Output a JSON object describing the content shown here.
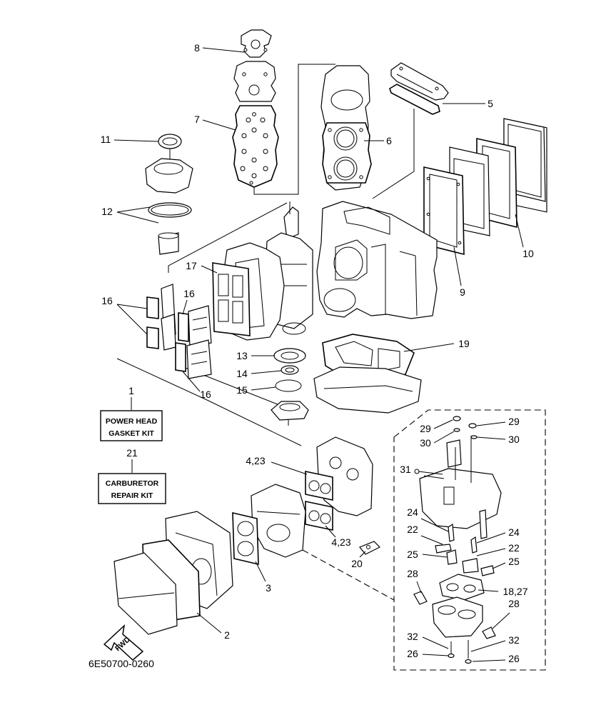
{
  "diagram": {
    "doc_number": "6E50700-0260",
    "fwd_label": "FWD",
    "kits": {
      "power_head_number": "1",
      "power_head_line1": "POWER HEAD",
      "power_head_line2": "GASKET KIT",
      "carburetor_number": "21",
      "carburetor_line1": "CARBURETOR",
      "carburetor_line2": "REPAIR KIT"
    },
    "callouts": {
      "c8": "8",
      "c7": "7",
      "c11": "11",
      "c12": "12",
      "c5": "5",
      "c6": "6",
      "c10": "10",
      "c9": "9",
      "c17": "17",
      "c16a": "16",
      "c16b": "16",
      "c16c": "16",
      "c13": "13",
      "c14": "14",
      "c15": "15",
      "c19": "19",
      "c4_23a": "4,23",
      "c4_23b": "4,23",
      "c20": "20",
      "c3": "3",
      "c2": "2",
      "c29a": "29",
      "c29b": "29",
      "c30a": "30",
      "c30b": "30",
      "c31": "31",
      "c24a": "24",
      "c24b": "24",
      "c22a": "22",
      "c22b": "22",
      "c25a": "25",
      "c25b": "25",
      "c18_27": "18,27",
      "c28a": "28",
      "c28b": "28",
      "c32a": "32",
      "c32b": "32",
      "c26a": "26",
      "c26b": "26"
    }
  }
}
